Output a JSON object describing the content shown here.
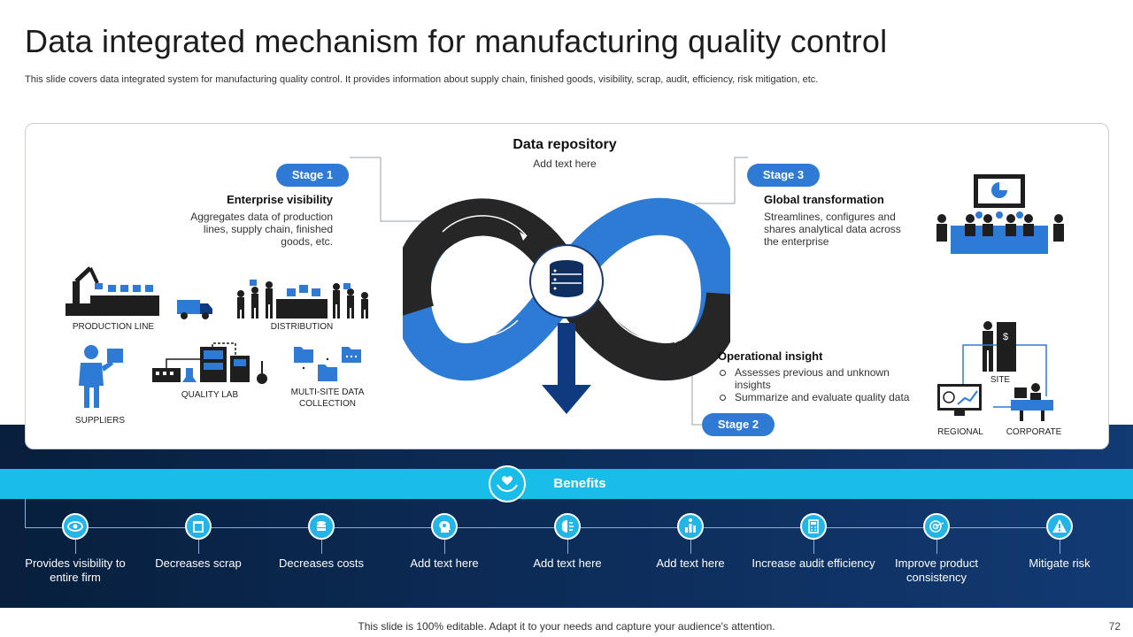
{
  "title": "Data integrated mechanism for manufacturing quality control",
  "subtitle": "This slide covers data integrated system for manufacturing quality control. It provides information about supply chain, finished goods, visibility, scrap, audit, efficiency, risk mitigation, etc.",
  "repository": {
    "title": "Data repository",
    "subtitle": "Add text here"
  },
  "stage1": {
    "pill": "Stage 1",
    "heading": "Enterprise visibility",
    "body": "Aggregates data of production lines, supply chain, finished goods, etc."
  },
  "stage2": {
    "pill": "Stage 2",
    "heading": "Operational insight",
    "bullets": [
      "Assesses previous and unknown insights",
      "Summarize and evaluate quality data"
    ]
  },
  "stage3": {
    "pill": "Stage 3",
    "heading": "Global transformation",
    "body": "Streamlines, configures and shares analytical data across the enterprise"
  },
  "left_icons": {
    "production_line": "PRODUCTION LINE",
    "distribution": "DISTRIBUTION",
    "suppliers": "SUPPLIERS",
    "quality_lab": "QUALITY LAB",
    "multi_site": "MULTI-SITE DATA COLLECTION"
  },
  "right_icons": {
    "site": "SITE",
    "regional": "REGIONAL",
    "corporate": "CORPORATE"
  },
  "benefits": {
    "label": "Benefits",
    "items": [
      {
        "label": "Provides visibility to entire firm",
        "icon": "eye-icon"
      },
      {
        "label": "Decreases scrap",
        "icon": "recycle-icon"
      },
      {
        "label": "Decreases costs",
        "icon": "coins-icon"
      },
      {
        "label": "Add text here",
        "icon": "head-gear-icon"
      },
      {
        "label": "Add text here",
        "icon": "brain-icon"
      },
      {
        "label": "Add text here",
        "icon": "chart-icon"
      },
      {
        "label": "Increase audit efficiency",
        "icon": "calculator-icon"
      },
      {
        "label": "Improve product consistency",
        "icon": "target-icon"
      },
      {
        "label": "Mitigate risk",
        "icon": "warning-icon"
      }
    ]
  },
  "footer": "This slide is 100% editable. Adapt it to your needs and capture your audience's attention.",
  "page_number": "72",
  "colors": {
    "accent_blue": "#2f7ad4",
    "cyan": "#18bde8",
    "navy": "#0c2b56",
    "dark_loop": "#2a2a2a"
  }
}
